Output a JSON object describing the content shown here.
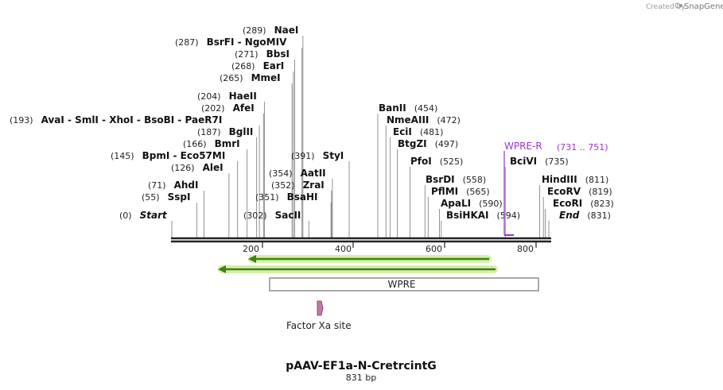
{
  "watermark": {
    "created_by": "Created by",
    "brand": "SnapGene"
  },
  "sequence": {
    "name": "pAAV-EF1a-N-CretrcintG",
    "length_label": "831 bp",
    "length": 831
  },
  "axis_ticks": [
    "200",
    "400",
    "600",
    "800"
  ],
  "sites": [
    {
      "name": "Start",
      "pos": 0,
      "italic": true
    },
    {
      "name": "SspI",
      "pos": 55
    },
    {
      "name": "AhdI",
      "pos": 71
    },
    {
      "name": "AleI",
      "pos": 126
    },
    {
      "name": "BpmI - Eco57MI",
      "pos": 145
    },
    {
      "name": "BmrI",
      "pos": 166
    },
    {
      "name": "BglII",
      "pos": 187
    },
    {
      "name": "AvaI - SmlI - XhoI - BsoBI - PaeR7I",
      "pos": 193
    },
    {
      "name": "AfeI",
      "pos": 202
    },
    {
      "name": "HaeII",
      "pos": 204
    },
    {
      "name": "MmeI",
      "pos": 265
    },
    {
      "name": "EarI",
      "pos": 268
    },
    {
      "name": "BbsI",
      "pos": 271
    },
    {
      "name": "BsrFI - NgoMIV",
      "pos": 287
    },
    {
      "name": "NaeI",
      "pos": 289
    },
    {
      "name": "SacII",
      "pos": 302
    },
    {
      "name": "BsaHI",
      "pos": 351
    },
    {
      "name": "ZraI",
      "pos": 352
    },
    {
      "name": "AatII",
      "pos": 354
    },
    {
      "name": "StyI",
      "pos": 391
    },
    {
      "name": "BanII",
      "pos": 454
    },
    {
      "name": "NmeAIII",
      "pos": 472
    },
    {
      "name": "EciI",
      "pos": 481
    },
    {
      "name": "BtgZI",
      "pos": 497
    },
    {
      "name": "PfoI",
      "pos": 525
    },
    {
      "name": "BsrDI",
      "pos": 558
    },
    {
      "name": "PflMI",
      "pos": 565
    },
    {
      "name": "ApaLI",
      "pos": 590
    },
    {
      "name": "BsiHKAI",
      "pos": 594
    },
    {
      "name": "BciVI",
      "pos": 735
    },
    {
      "name": "HindIII",
      "pos": 811
    },
    {
      "name": "EcoRV",
      "pos": 819
    },
    {
      "name": "EcoRI",
      "pos": 823
    },
    {
      "name": "End",
      "pos": 831,
      "italic": true
    }
  ],
  "primer": {
    "name": "WPRE-R",
    "range": "(731 .. 751)",
    "color": "#9933cc"
  },
  "features": [
    {
      "name": "WPRE",
      "type": "box"
    },
    {
      "name": "Factor Xa site",
      "type": "site",
      "color": "#c07aa8"
    }
  ],
  "colors": {
    "orf_fill": "#55aa22",
    "orf_glow": "#d6f0a8",
    "backbone": "#222222"
  }
}
